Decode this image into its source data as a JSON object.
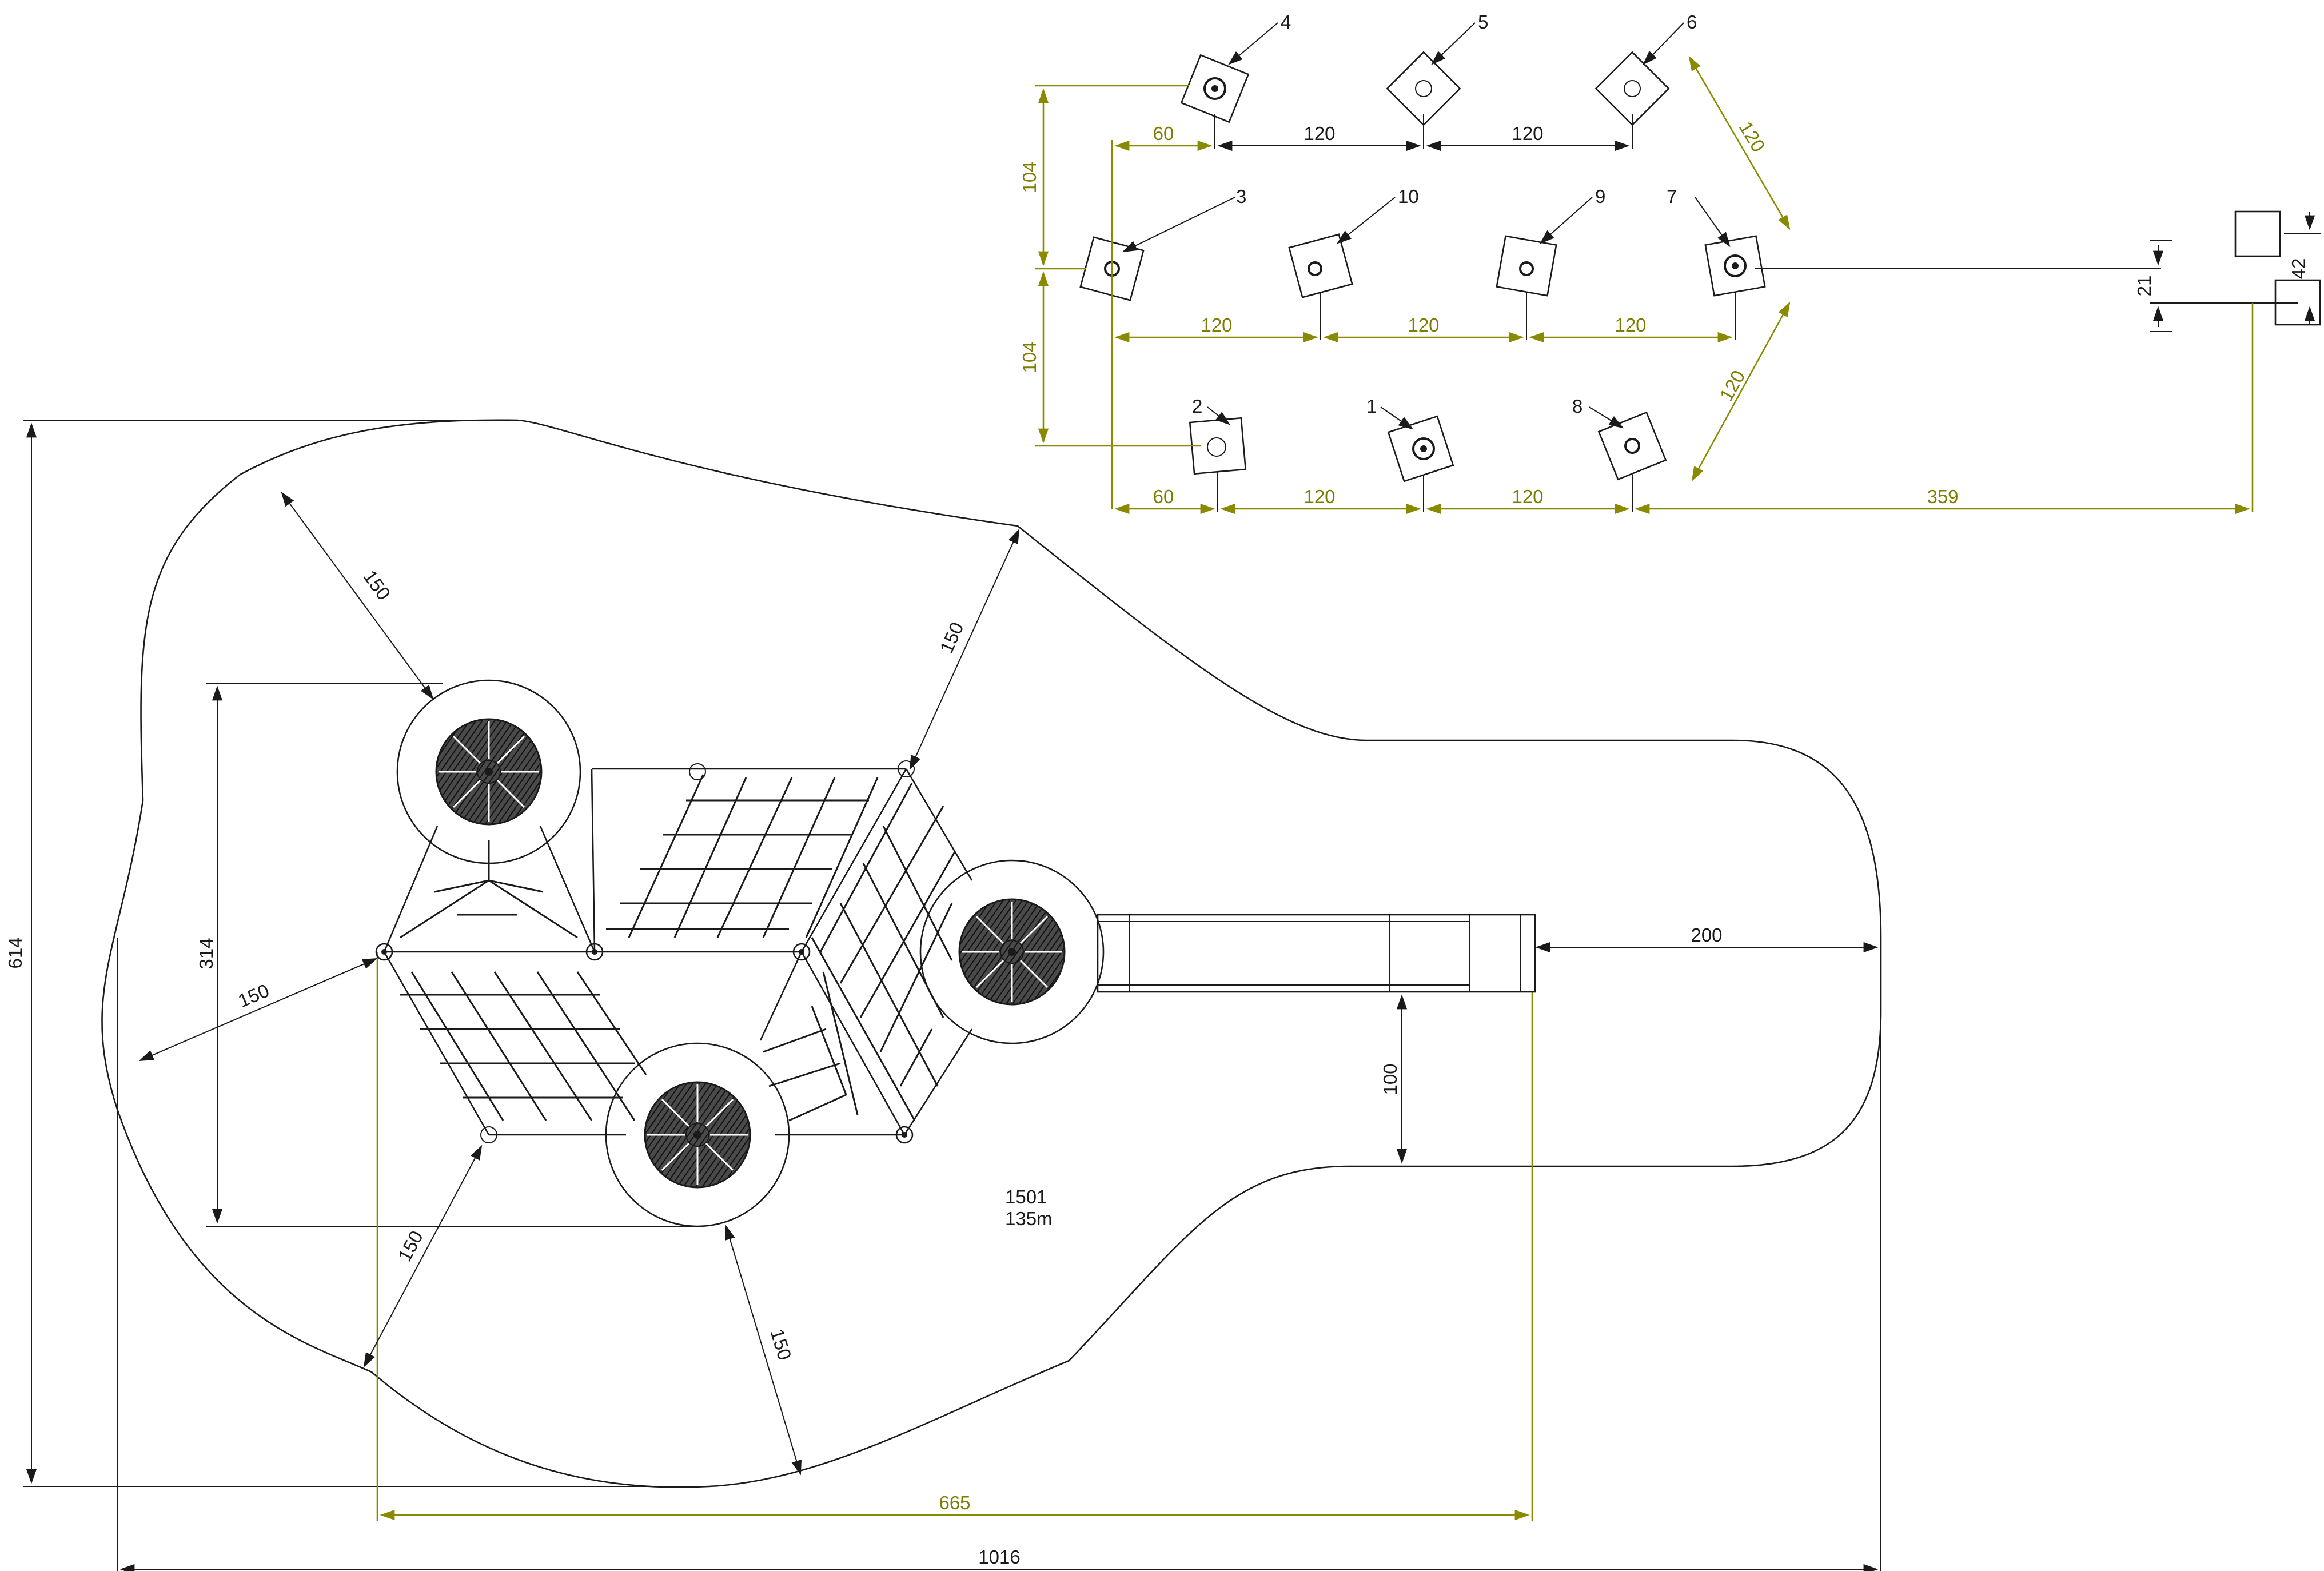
{
  "drawing": {
    "area_code": "1501",
    "area_size": "135m",
    "colors": {
      "line": "#1a1a1a",
      "dimension": "#8a8a00",
      "disc": "#2a2a2a"
    },
    "dims_main": {
      "total_width": "1016",
      "total_height": "614",
      "footprint_width": "665",
      "tower_spacing": "314",
      "slide_clearance": "200",
      "slide_side": "100",
      "safety_zone": [
        "150",
        "150",
        "150",
        "150",
        "150"
      ]
    },
    "dims_foundation": {
      "top_row": [
        "60",
        "120",
        "120"
      ],
      "middle_row": [
        "120",
        "120",
        "120"
      ],
      "bottom_row": [
        "60",
        "120",
        "120",
        "359"
      ],
      "vertical": [
        "104",
        "104"
      ],
      "diagonal": [
        "120",
        "120"
      ],
      "slide_offset": "21",
      "slide_gap": "42"
    },
    "footing_labels": [
      "1",
      "2",
      "3",
      "4",
      "5",
      "6",
      "7",
      "8",
      "9",
      "10"
    ]
  }
}
